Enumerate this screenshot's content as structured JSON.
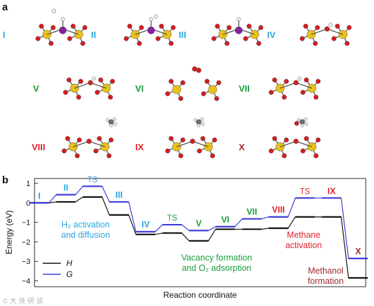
{
  "colors": {
    "cyan": "#2ba6de",
    "green": "#1a9e3c",
    "red": "#e41f26",
    "darkred": "#9e2a2b",
    "H_line": "#111111",
    "G_line": "#3b3bd6",
    "Si": "#e8c21a",
    "O": "#d21f1f",
    "Al": "#8a1aa8",
    "H": "#ededed",
    "C": "#6f6f6f"
  },
  "panel_labels": {
    "a": "a",
    "b": "b"
  },
  "structures": [
    {
      "label": "I",
      "color": "cyan"
    },
    {
      "label": "II",
      "color": "cyan"
    },
    {
      "label": "III",
      "color": "cyan"
    },
    {
      "label": "IV",
      "color": "cyan"
    },
    {
      "label": "V",
      "color": "green"
    },
    {
      "label": "VI",
      "color": "green"
    },
    {
      "label": "VII",
      "color": "green"
    },
    {
      "label": "VIII",
      "color": "red"
    },
    {
      "label": "IX",
      "color": "red"
    },
    {
      "label": "X",
      "color": "darkred"
    }
  ],
  "chart_data": {
    "type": "line",
    "xlabel": "Reaction coordinate",
    "ylabel": "Energy (eV)",
    "ylim": [
      -4.3,
      1.25
    ],
    "yticks": [
      "1",
      "0",
      "−1",
      "−2",
      "−3",
      "−4"
    ],
    "ytick_values": [
      1,
      0,
      -1,
      -2,
      -3,
      -4
    ],
    "states": [
      "I",
      "II",
      "TS",
      "III",
      "IV",
      "TS",
      "V",
      "VI",
      "VII",
      "VIII",
      "TS",
      "IX",
      "X"
    ],
    "state_colors": [
      "cyan",
      "cyan",
      "cyan",
      "cyan",
      "cyan",
      "green",
      "green",
      "green",
      "green",
      "red",
      "red",
      "red",
      "darkred"
    ],
    "series": [
      {
        "name": "H",
        "values": [
          0.0,
          0.05,
          0.3,
          -0.62,
          -1.62,
          -1.55,
          -1.95,
          -1.35,
          -1.35,
          -1.3,
          -0.72,
          -0.72,
          -3.85
        ]
      },
      {
        "name": "G",
        "values": [
          0.0,
          0.42,
          0.85,
          0.05,
          -1.48,
          -1.12,
          -1.42,
          -1.22,
          -0.82,
          -0.72,
          0.25,
          0.25,
          -2.85
        ]
      }
    ],
    "legend_position": "lower-left",
    "annotations": [
      {
        "lines": [
          "H₂ activation",
          "and diffusion"
        ],
        "color": "cyan"
      },
      {
        "lines": [
          "Vacancy formation",
          "and O₂ adsorption"
        ],
        "color": "green"
      },
      {
        "lines": [
          "Methane",
          "activation"
        ],
        "color": "red"
      },
      {
        "lines": [
          "Methanol",
          "formation"
        ],
        "color": "darkred"
      }
    ]
  },
  "watermark": "© 大 侠 研 谈"
}
